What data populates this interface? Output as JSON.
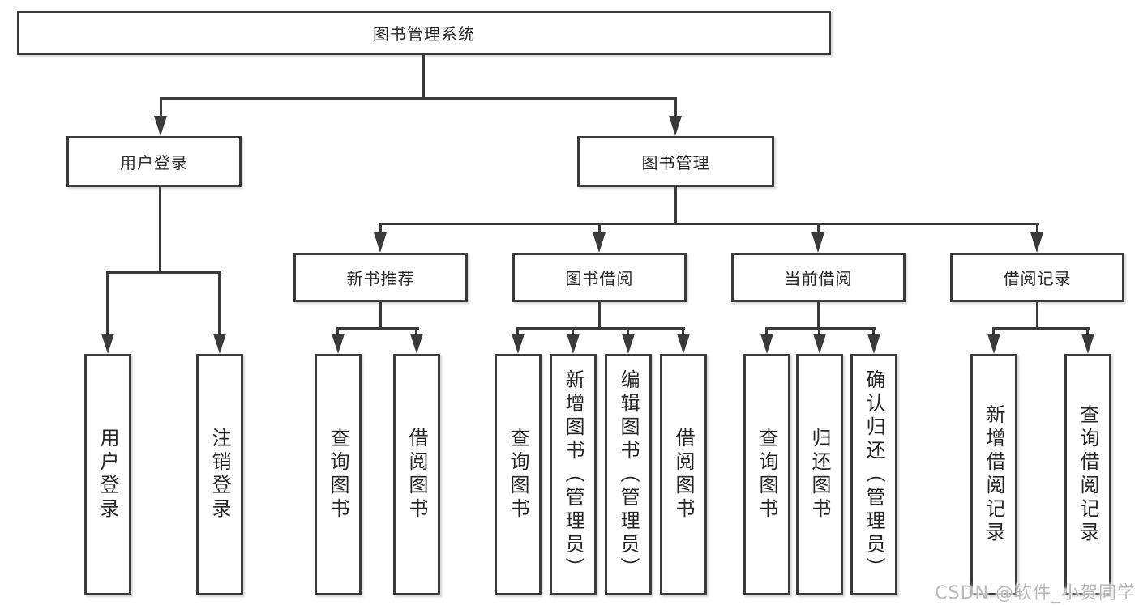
{
  "tree": {
    "root": {
      "label": "图书管理系统",
      "children": [
        {
          "label": "用户登录",
          "children": [
            {
              "label": "用户登录"
            },
            {
              "label": "注销登录"
            }
          ]
        },
        {
          "label": "图书管理",
          "children": [
            {
              "label": "新书推荐",
              "children": [
                {
                  "label": "查询图书"
                },
                {
                  "label": "借阅图书"
                }
              ]
            },
            {
              "label": "图书借阅",
              "children": [
                {
                  "label": "查询图书"
                },
                {
                  "label": "新增图书（管理员）"
                },
                {
                  "label": "编辑图书（管理员）"
                },
                {
                  "label": "借阅图书"
                }
              ]
            },
            {
              "label": "当前借阅",
              "children": [
                {
                  "label": "查询图书"
                },
                {
                  "label": "归还图书"
                },
                {
                  "label": "确认归还（管理员）"
                }
              ]
            },
            {
              "label": "借阅记录",
              "children": [
                {
                  "label": "新增借阅记录"
                },
                {
                  "label": "查询借阅记录"
                }
              ]
            }
          ]
        }
      ]
    }
  },
  "watermark": {
    "text": "CSDN @软件_小贺同学"
  },
  "colors": {
    "line": "#3a3a3a",
    "text": "#262626",
    "watermark": "#b9b9b9",
    "background": "#ffffff"
  }
}
